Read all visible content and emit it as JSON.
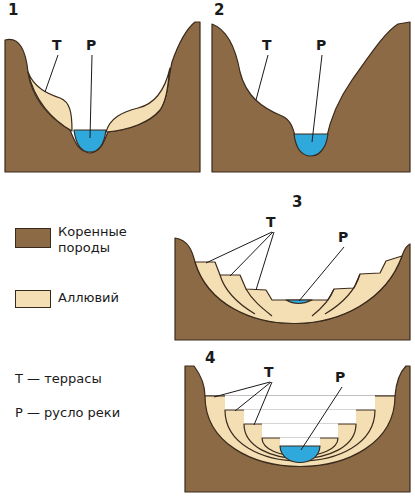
{
  "diagram": {
    "labels": [
      "1",
      "Т",
      "Р",
      "2",
      "Т",
      "Р",
      "3",
      "Т",
      "Р",
      "4",
      "Т",
      "Р",
      "Т — террасы",
      "Р — русло реки"
    ],
    "legend": [
      {
        "text": "Коренные породы",
        "color": "#8c6a46"
      },
      {
        "text": "Аллювий",
        "color": "#f4dfb4"
      }
    ]
  }
}
